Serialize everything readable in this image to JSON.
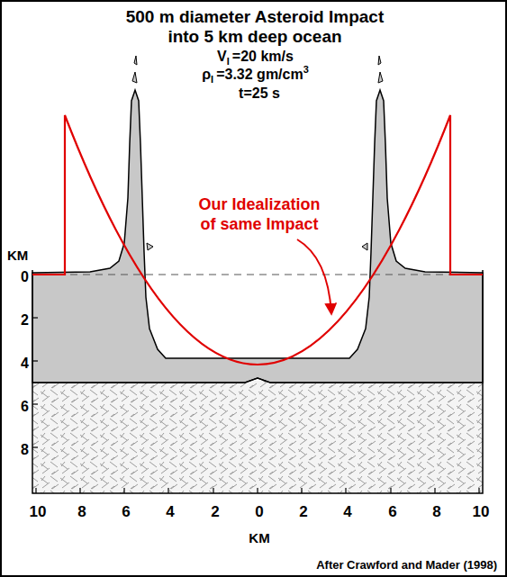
{
  "diagram": {
    "title": "500 m diameter Asteroid Impact into 5 km deep ocean",
    "labels": [
      "V",
      "I",
      "=20 km/s",
      "ρ",
      "I",
      "=3.32 gm/cm",
      "3",
      "t=25 s",
      "Our Idealization of same Impact",
      "KM",
      "0",
      "2",
      "4",
      "6",
      "8",
      "10",
      "8",
      "6",
      "4",
      "2",
      "0",
      "2",
      "4",
      "6",
      "8",
      "10",
      "KM",
      "After Crawford and Mader (1998)"
    ]
  }
}
